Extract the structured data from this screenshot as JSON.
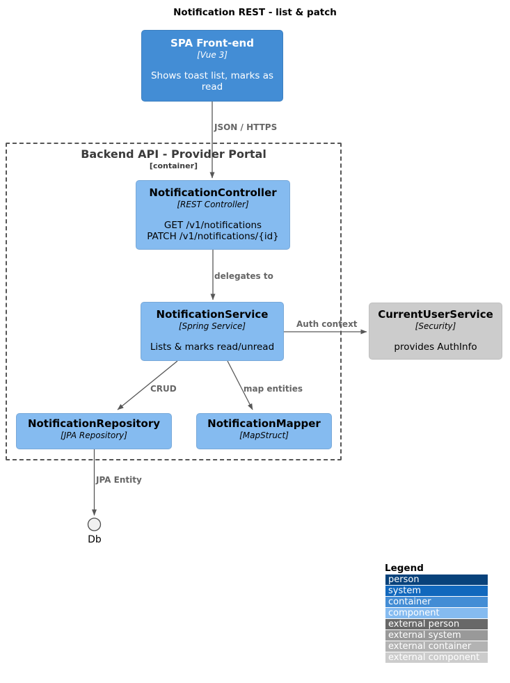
{
  "title": "Notification REST - list & patch",
  "boundary": {
    "name": "Backend API - Provider Portal",
    "type_label": "[container]"
  },
  "nodes": {
    "spa": {
      "name": "SPA Front-end",
      "tech": "[Vue 3]",
      "description": "Shows toast list, marks as read"
    },
    "controller": {
      "name": "NotificationController",
      "tech": "[REST Controller]",
      "description_line1": "GET /v1/notifications",
      "description_line2": "PATCH /v1/notifications/{id}"
    },
    "service": {
      "name": "NotificationService",
      "tech": "[Spring Service]",
      "description": "Lists & marks read/unread"
    },
    "current_user_service": {
      "name": "CurrentUserService",
      "tech": "[Security]",
      "description": "provides AuthInfo"
    },
    "repository": {
      "name": "NotificationRepository",
      "tech": "[JPA Repository]"
    },
    "mapper": {
      "name": "NotificationMapper",
      "tech": "[MapStruct]"
    },
    "db": {
      "name": "Db"
    }
  },
  "edges": {
    "spa_to_controller": "JSON / HTTPS",
    "controller_to_service": "delegates to",
    "service_to_current_user": "Auth context",
    "service_to_repository": "CRUD",
    "service_to_mapper": "map entities",
    "repository_to_db": "JPA Entity"
  },
  "legend": {
    "title": "Legend",
    "items": [
      {
        "label": "person",
        "color": "#08427b"
      },
      {
        "label": "system",
        "color": "#1168bd"
      },
      {
        "label": "container",
        "color": "#438dd5"
      },
      {
        "label": "component",
        "color": "#85bbf0"
      },
      {
        "label": "external person",
        "color": "#686868"
      },
      {
        "label": "external system",
        "color": "#999999"
      },
      {
        "label": "external container",
        "color": "#b3b3b3"
      },
      {
        "label": "external component",
        "color": "#cccccc"
      }
    ]
  },
  "colors": {
    "relationship_line": "#575757",
    "relationship_label": "#666666",
    "boundary_border": "#555555",
    "db_circle_fill": "#f0f0f0"
  }
}
